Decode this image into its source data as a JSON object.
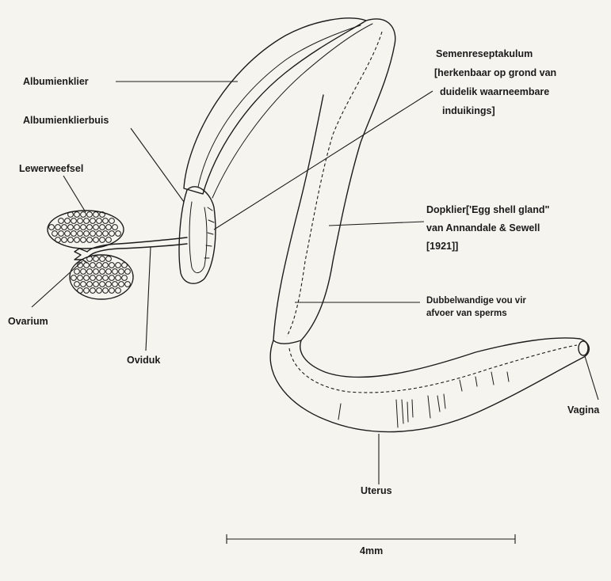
{
  "labels": {
    "albumienklier": "Albumienklier",
    "albumienklierbuis": "Albumienklierbuis",
    "lewerweefsel": "Lewerweefsel",
    "ovarium": "Ovarium",
    "oviduk": "Oviduk",
    "semenreseptakulum_1": "Semenreseptakulum",
    "semenreseptakulum_2": "[herkenbaar op grond van",
    "semenreseptakulum_3": "duidelik waarneembare",
    "semenreseptakulum_4": "induikings]",
    "dopklier_1": "Dopklier['Egg shell gland\"",
    "dopklier_2": "van Annandale & Sewell",
    "dopklier_3": "[1921]]",
    "dubbelwandige_1": "Dubbelwandige vou vir",
    "dubbelwandige_2": "afvoer van sperms",
    "vagina": "Vagina",
    "uterus": "Uterus"
  },
  "scale_bar": {
    "label": "4mm",
    "value_mm": 4
  },
  "colors": {
    "ink": "#1c1c1c",
    "paper": "#f6f4ee"
  }
}
